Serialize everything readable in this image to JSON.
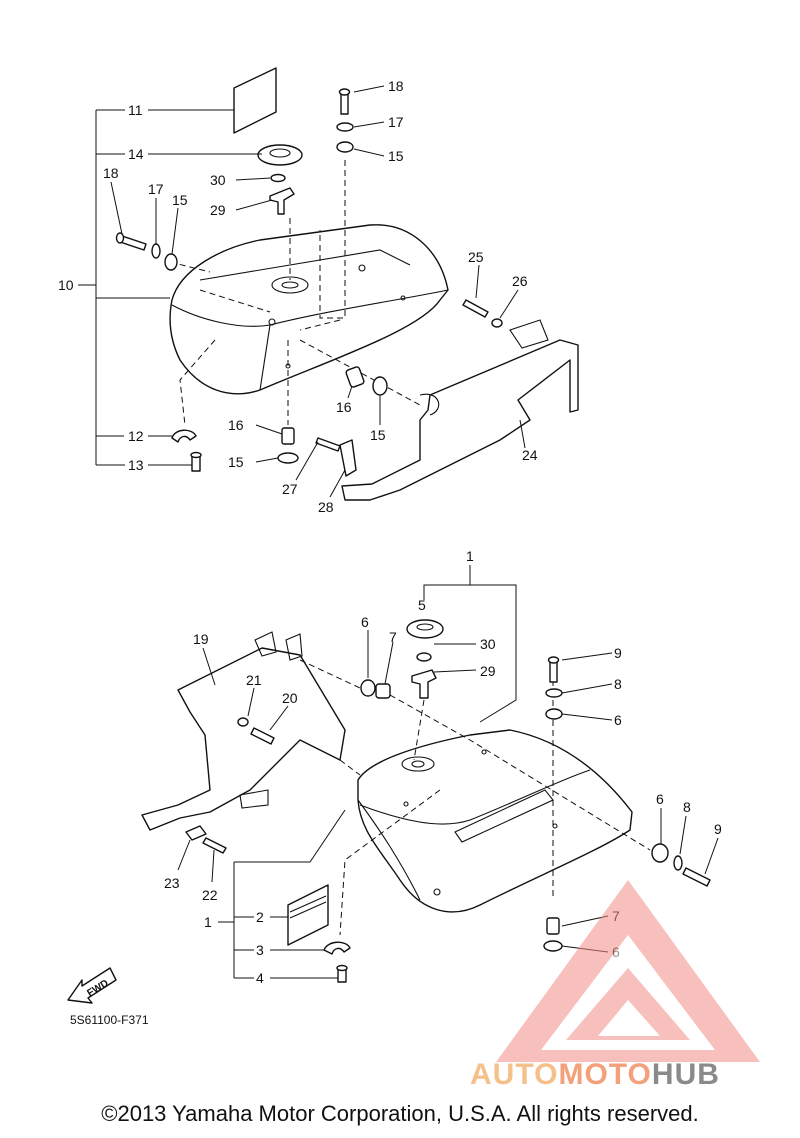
{
  "diagram": {
    "callouts_top": [
      {
        "id": "c11",
        "text": "11"
      },
      {
        "id": "c14",
        "text": "14"
      },
      {
        "id": "c30a",
        "text": "30"
      },
      {
        "id": "c29a",
        "text": "29"
      },
      {
        "id": "c18a",
        "text": "18"
      },
      {
        "id": "c17a",
        "text": "17"
      },
      {
        "id": "c15a",
        "text": "15"
      },
      {
        "id": "c18b",
        "text": "18"
      },
      {
        "id": "c17b",
        "text": "17"
      },
      {
        "id": "c15b",
        "text": "15"
      },
      {
        "id": "c10",
        "text": "10"
      },
      {
        "id": "c12",
        "text": "12"
      },
      {
        "id": "c13",
        "text": "13"
      },
      {
        "id": "c16a",
        "text": "16"
      },
      {
        "id": "c15c",
        "text": "15"
      },
      {
        "id": "c16b",
        "text": "16"
      },
      {
        "id": "c15d",
        "text": "15"
      },
      {
        "id": "c27",
        "text": "27"
      },
      {
        "id": "c28",
        "text": "28"
      },
      {
        "id": "c24",
        "text": "24"
      },
      {
        "id": "c25",
        "text": "25"
      },
      {
        "id": "c26",
        "text": "26"
      }
    ],
    "callouts_bottom": [
      {
        "id": "d1",
        "text": "1"
      },
      {
        "id": "d5",
        "text": "5"
      },
      {
        "id": "d30",
        "text": "30"
      },
      {
        "id": "d29",
        "text": "29"
      },
      {
        "id": "d6a",
        "text": "6"
      },
      {
        "id": "d7a",
        "text": "7"
      },
      {
        "id": "d9a",
        "text": "9"
      },
      {
        "id": "d8a",
        "text": "8"
      },
      {
        "id": "d6b",
        "text": "6"
      },
      {
        "id": "d19",
        "text": "19"
      },
      {
        "id": "d21",
        "text": "21"
      },
      {
        "id": "d20",
        "text": "20"
      },
      {
        "id": "d6c",
        "text": "6"
      },
      {
        "id": "d8b",
        "text": "8"
      },
      {
        "id": "d9b",
        "text": "9"
      },
      {
        "id": "d23",
        "text": "23"
      },
      {
        "id": "d22",
        "text": "22"
      },
      {
        "id": "d1b",
        "text": "1"
      },
      {
        "id": "d2",
        "text": "2"
      },
      {
        "id": "d3",
        "text": "3"
      },
      {
        "id": "d4",
        "text": "4"
      },
      {
        "id": "d7b",
        "text": "7"
      },
      {
        "id": "d6d",
        "text": "6"
      }
    ],
    "fwd_label": "FWD",
    "drawing_code": "5S61100-F371"
  },
  "watermark": {
    "part1": "AUTO",
    "part2": "MOTO",
    "part3": "HUB"
  },
  "copyright": "©2013 Yamaha Motor Corporation, U.S.A. All rights reserved."
}
